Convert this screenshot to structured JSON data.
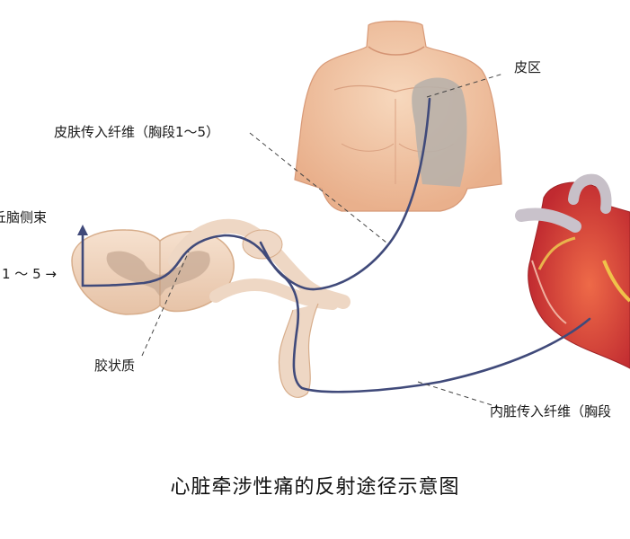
{
  "labels": {
    "skin_zone": "皮区",
    "skin_afferent": "皮肤传入纤维（胸段1～5）",
    "tract": "丘脑侧束",
    "segment": "1 ～ 5 →",
    "gelatinosa": "胶状质",
    "visceral_afferent": "内脏传入纤维（胸段"
  },
  "caption": "心脏牵涉性痛的反射途径示意图",
  "colors": {
    "skin": "#f3c8a6",
    "skin_zone": "#b7b0aa",
    "heart_red": "#d8383a",
    "aorta": "#c7c0c8",
    "cord": "#f1d6bf",
    "fiber": "#404a7a"
  }
}
